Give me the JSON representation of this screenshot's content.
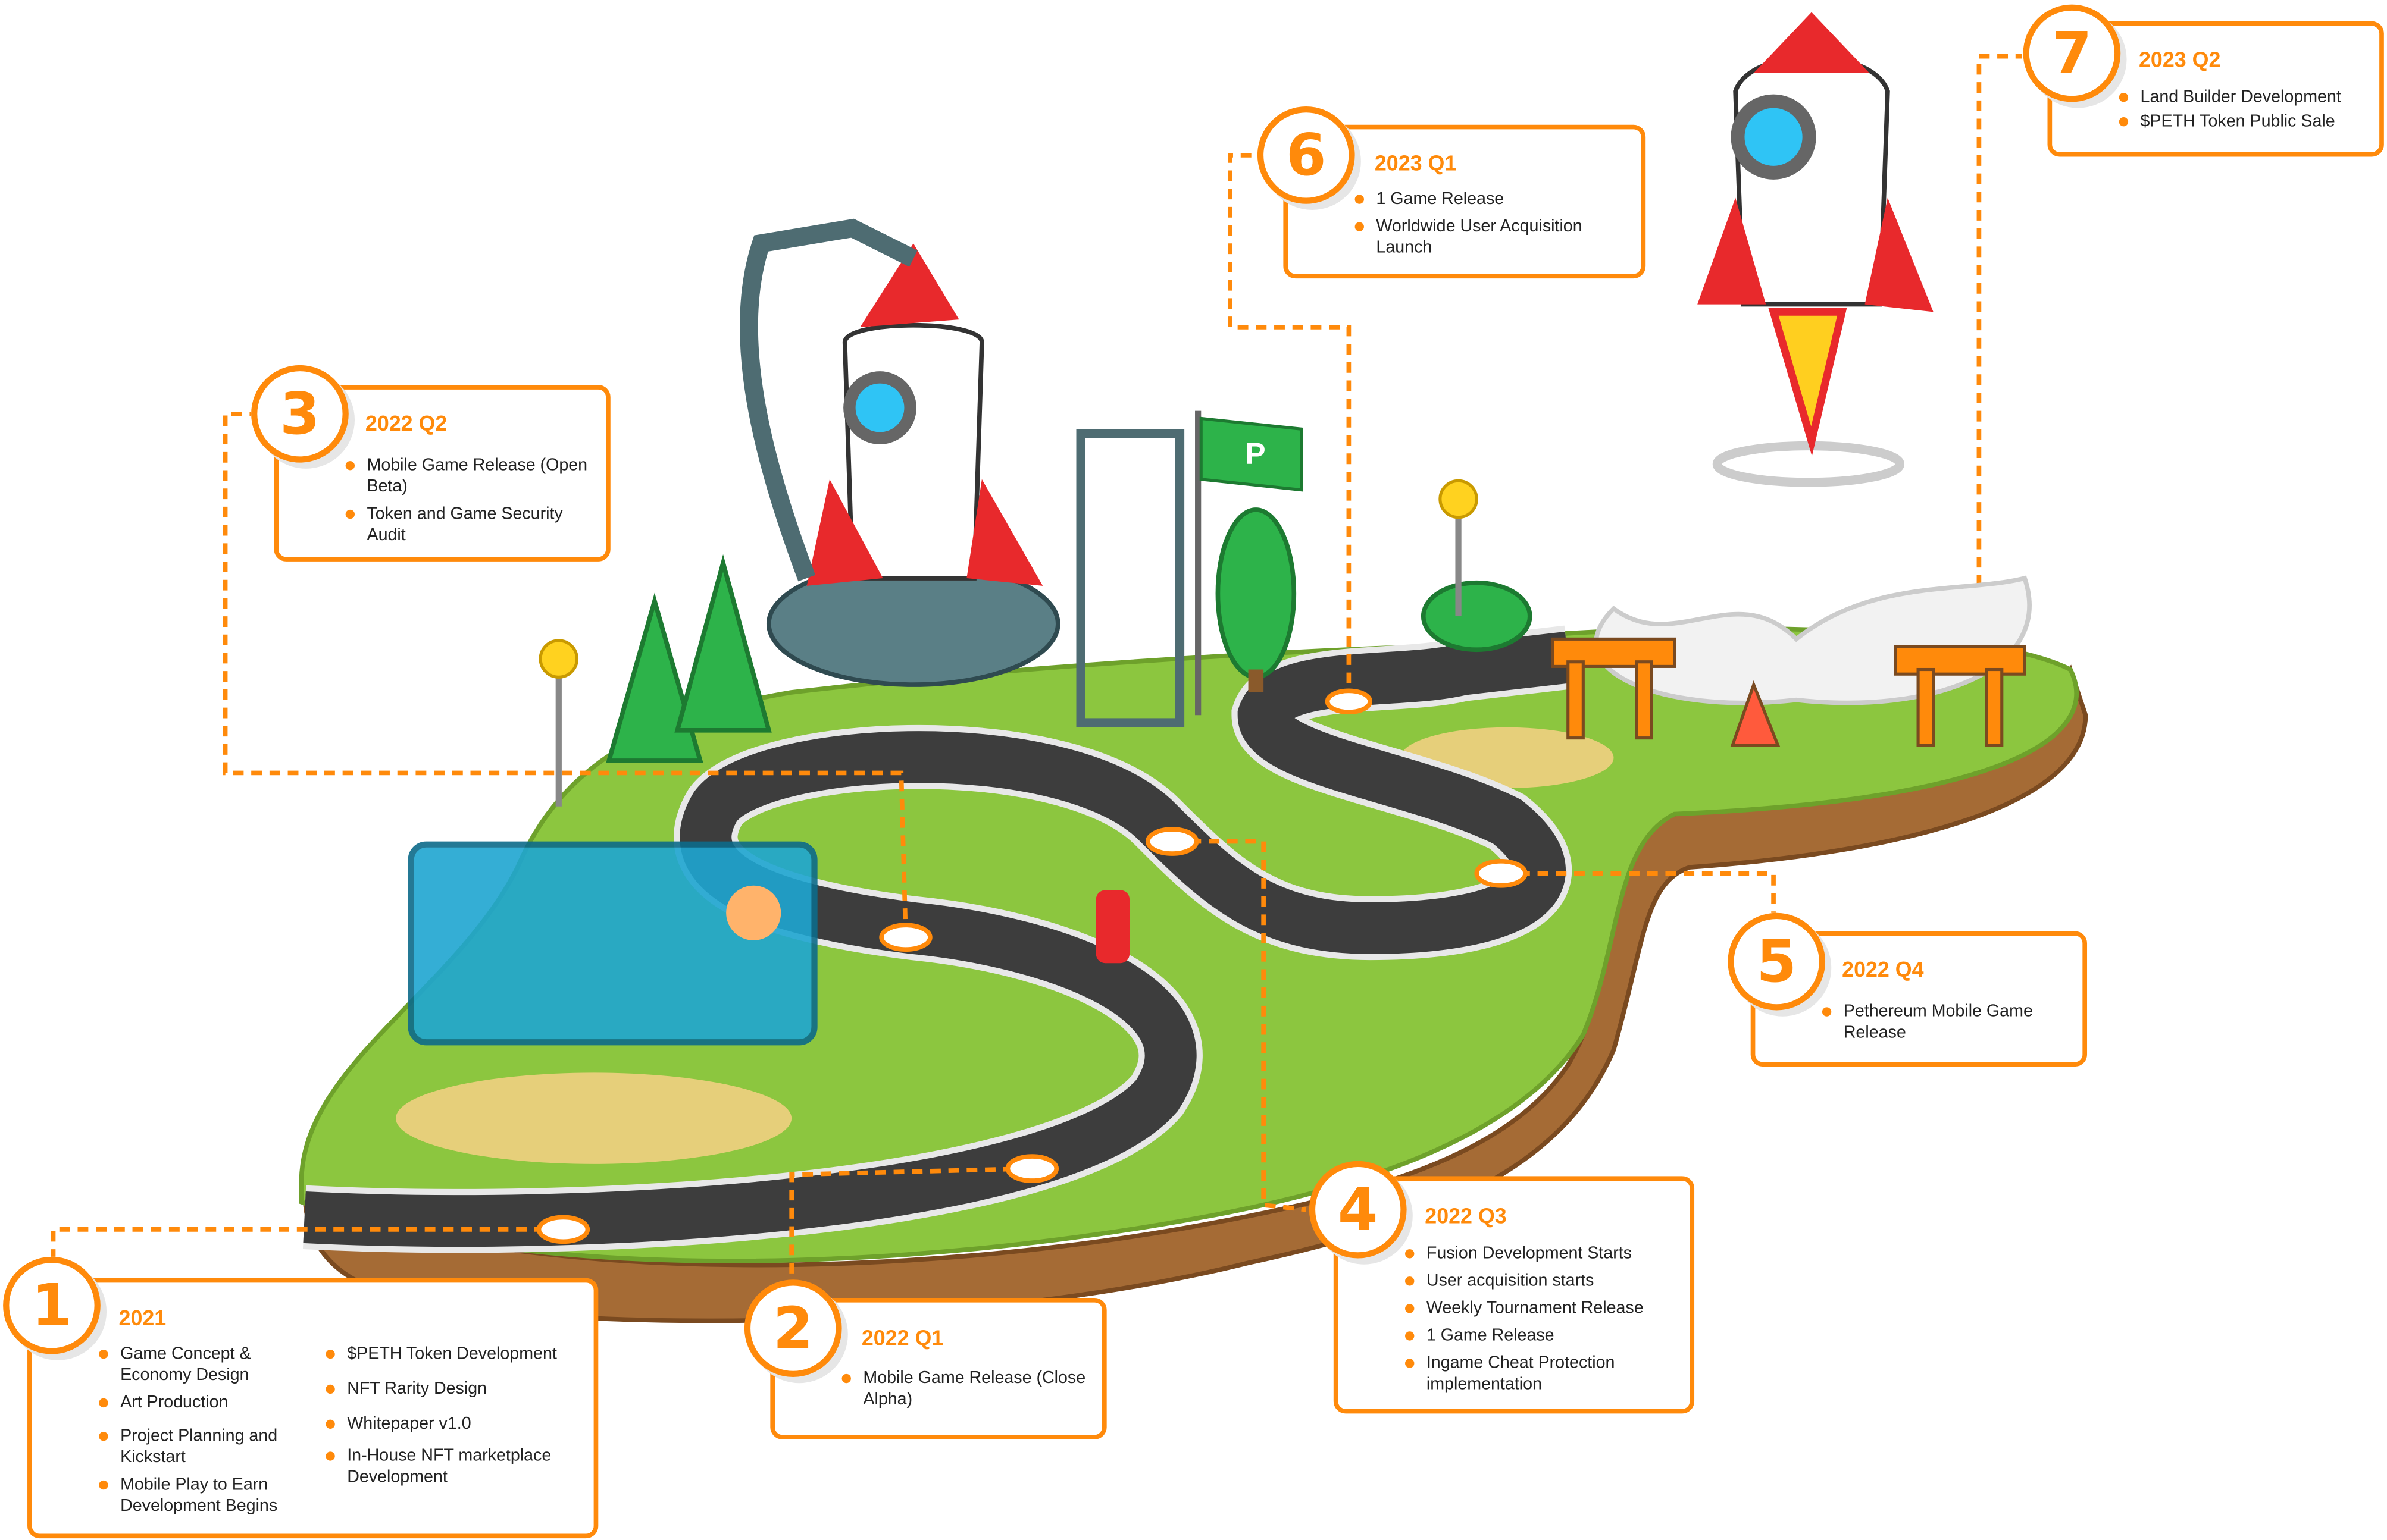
{
  "milestones": [
    {
      "number": "1",
      "title": "2021",
      "items_col1": [
        "Game Concept & Economy Design",
        "Art Production",
        "Project Planning and Kickstart",
        "Mobile Play to Earn Development Begins"
      ],
      "items_col2": [
        "$PETH Token Development",
        "NFT Rarity Design",
        "Whitepaper v1.0",
        "In-House NFT marketplace Development"
      ]
    },
    {
      "number": "2",
      "title": "2022 Q1",
      "items": [
        "Mobile Game Release (Close Alpha)"
      ]
    },
    {
      "number": "3",
      "title": "2022 Q2",
      "items": [
        "Mobile Game Release (Open Beta)",
        "Token and Game Security Audit"
      ]
    },
    {
      "number": "4",
      "title": "2022 Q3",
      "items": [
        "Fusion Development Starts",
        "User acquisition starts",
        "Weekly Tournament Release",
        "1 Game Release",
        "Ingame Cheat Protection implementation"
      ]
    },
    {
      "number": "5",
      "title": "2022 Q4",
      "items": [
        "Pethereum Mobile Game Release"
      ]
    },
    {
      "number": "6",
      "title": "2023 Q1",
      "items": [
        "1 Game Release",
        "Worldwide User Acquisition Launch"
      ]
    },
    {
      "number": "7",
      "title": "2023 Q2",
      "items": [
        "Land Builder Development",
        "$PETH Token Public Sale"
      ]
    }
  ],
  "flag_logo": "P",
  "colors": {
    "accent": "#ff8a0b",
    "grass": "#8cc63f",
    "road": "#3d3d3d",
    "soil": "#a56b35"
  }
}
